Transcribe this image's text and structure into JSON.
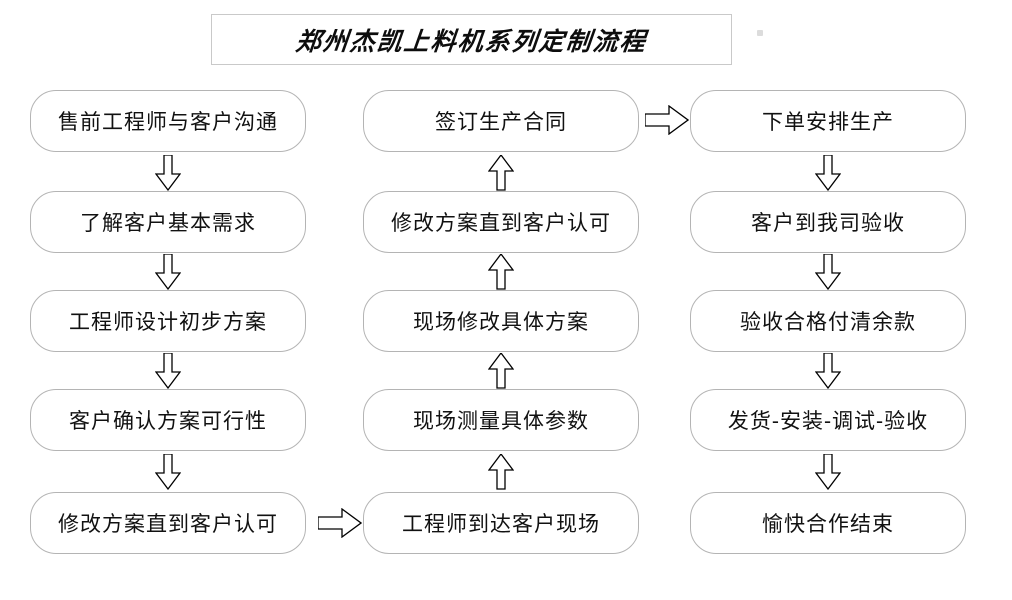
{
  "title": {
    "text": "郑州杰凯上料机系列定制流程"
  },
  "colors": {
    "background": "#ffffff",
    "box_border": "#b4b4b4",
    "title_border": "#c9c9c9",
    "text": "#111111",
    "arrow_stroke": "#000000"
  },
  "columns": [
    {
      "name": "left",
      "direction": "down",
      "nodes": [
        {
          "label": "售前工程师与客户沟通"
        },
        {
          "label": "了解客户基本需求"
        },
        {
          "label": "工程师设计初步方案"
        },
        {
          "label": "客户确认方案可行性"
        },
        {
          "label": "修改方案直到客户认可"
        }
      ]
    },
    {
      "name": "middle",
      "direction": "up",
      "nodes": [
        {
          "label": "签订生产合同"
        },
        {
          "label": "修改方案直到客户认可"
        },
        {
          "label": "现场修改具体方案"
        },
        {
          "label": "现场测量具体参数"
        },
        {
          "label": "工程师到达客户现场"
        }
      ]
    },
    {
      "name": "right",
      "direction": "down",
      "nodes": [
        {
          "label": "下单安排生产"
        },
        {
          "label": "客户到我司验收"
        },
        {
          "label": "验收合格付清余款"
        },
        {
          "label": "发货-安装-调试-验收"
        },
        {
          "label": "愉快合作结束"
        }
      ]
    }
  ],
  "connectors": {
    "left_to_middle": "arrow-right",
    "middle_to_right": "arrow-right",
    "left_vertical": "arrow-down",
    "middle_vertical": "arrow-up",
    "right_vertical": "arrow-down"
  }
}
